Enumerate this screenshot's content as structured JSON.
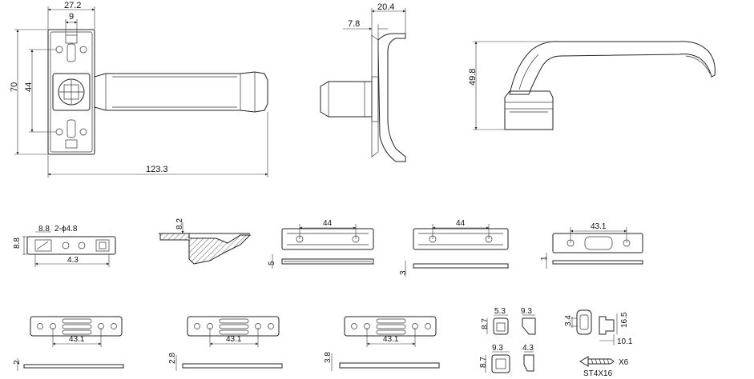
{
  "top_row": {
    "dim_labels": {
      "front_width": "27.2",
      "front_slot": "9",
      "front_height": "70",
      "front_hole_span": "44",
      "handle_length": "123.3",
      "side_depth": "20.4",
      "side_offset": "7.8",
      "side_height": "49.8"
    }
  },
  "parts_row": {
    "dim_labels": {
      "clip_thickness": "8.8",
      "clip_width": "8.8",
      "clip_holes": "2-ϕ4.8",
      "clip_length": "4.3",
      "profile_height": "8.2",
      "plate1_span": "44",
      "plate1_height": "5",
      "plate2_span": "44",
      "plate2_height": "3",
      "plate3_span": "43.1",
      "plate3_height": "1"
    }
  },
  "bottom_row": {
    "dim_labels": {
      "shim1_span": "43.1",
      "shim1_height": "2",
      "shim2_span": "43.1",
      "shim2_height": "2.8",
      "shim3_span": "43.1",
      "shim3_height": "3.8",
      "cap_a_width": "5.3",
      "cap_a_height": "8.7",
      "cap_b_width": "9.3",
      "cap_c_width": "9.3",
      "cap_c_height": "8.7",
      "cap_d_width": "4.3",
      "bracket_height_small": "3.4",
      "bracket_height": "16.5",
      "bracket_width": "10.1",
      "screw_qty": "X6",
      "screw_spec": "ST4X16"
    }
  }
}
